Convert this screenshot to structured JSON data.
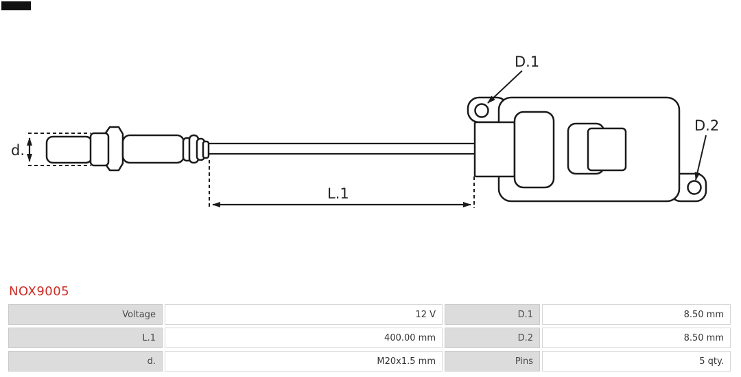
{
  "part_number": "NOX9005",
  "diagram": {
    "labels": {
      "hole1": "D.1",
      "hole2": "D.2",
      "length": "L.1",
      "diameter": "d."
    }
  },
  "spec_table": {
    "rows": [
      {
        "c0": "Voltage",
        "c1": "12 V",
        "c2": "D.1",
        "c3": "8.50 mm"
      },
      {
        "c0": "L.1",
        "c1": "400.00 mm",
        "c2": "D.2",
        "c3": "8.50 mm"
      },
      {
        "c0": "d.",
        "c1": "M20x1.5 mm",
        "c2": "Pins",
        "c3": "5 qty."
      }
    ]
  },
  "colors": {
    "accent_red": "#cf2b24",
    "line_color": "#1b1b1b",
    "label_cell_gray": "#dcdcdc"
  }
}
